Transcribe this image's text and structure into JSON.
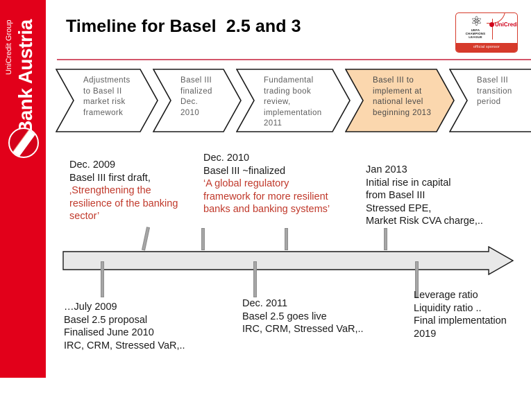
{
  "brand": {
    "name": "Bank Austria",
    "subtitle": "UniCredit Group",
    "bar_color": "#E2001A",
    "logo_icon": "bank-austria-roundel-icon"
  },
  "sponsor": {
    "competition": "UEFA CHAMPIONS LEAGUE",
    "competition_line1": "UEFA",
    "competition_line2": "CHAMPIONS",
    "competition_line3": "LEAGUE",
    "partner": "UniCredit",
    "caption": "official sponsor",
    "accent_color": "#D63A2B"
  },
  "header": {
    "title": "Timeline for Basel  2.5 and 3",
    "rule_color": "#D4566B"
  },
  "chevrons": {
    "highlight_color": "#FBD7AE",
    "outline_color": "#1a1a1a",
    "text_color": "#5e5e5e",
    "items": [
      {
        "id": "adjustments-basel-ii",
        "text": "Adjustments\nto Basel II\nmarket risk\nframework",
        "highlighted": false
      },
      {
        "id": "basel-iii-finalized",
        "text": "Basel III\nfinalized\nDec.\n2010",
        "highlighted": false
      },
      {
        "id": "fundamental-trading-book-review",
        "text": "Fundamental\ntrading book review,\nimplementation\n2011",
        "highlighted": false
      },
      {
        "id": "basel-iii-national-implementation",
        "text": "Basel III to\nimplement at\nnational level\nbeginning 2013",
        "highlighted": true
      },
      {
        "id": "basel-iii-transition-period",
        "text": "Basel III\ntransition\nperiod",
        "highlighted": false
      }
    ]
  },
  "timeline": {
    "fill_color": "#E8E8E8",
    "stroke_color": "#1a1a1a",
    "tick_color": "#a6a6a6"
  },
  "notes": {
    "above": [
      {
        "id": "note-dec-2009",
        "lines": [
          {
            "text": "Dec. 2009",
            "quote": false
          },
          {
            "text": "Basel III first draft,",
            "quote": false
          },
          {
            "text": "‚Strengthening the",
            "quote": true
          },
          {
            "text": " resilience of the banking",
            "quote": true
          },
          {
            "text": "sector’",
            "quote": true
          }
        ]
      },
      {
        "id": "note-dec-2010",
        "lines": [
          {
            "text": "Dec. 2010",
            "quote": false
          },
          {
            "text": "Basel III ~finalized",
            "quote": false
          },
          {
            "text": "‘A global regulatory",
            "quote": true
          },
          {
            "text": "framework for more resilient",
            "quote": true
          },
          {
            "text": "banks and banking systems’",
            "quote": true
          }
        ]
      },
      {
        "id": "note-jan-2013",
        "lines": [
          {
            "text": "Jan 2013",
            "quote": false
          },
          {
            "text": "Initial rise in capital",
            "quote": false
          },
          {
            "text": "from Basel III",
            "quote": false
          },
          {
            "text": "Stressed EPE,",
            "quote": false
          },
          {
            "text": "Market Risk CVA charge,..",
            "quote": false
          }
        ]
      }
    ],
    "below": [
      {
        "id": "note-july-2009",
        "lines": [
          {
            "text": "…July 2009",
            "quote": false
          },
          {
            "text": "Basel 2.5 proposal",
            "quote": false
          },
          {
            "text": "Finalised June 2010",
            "quote": false
          },
          {
            "text": "IRC, CRM, Stressed VaR,..",
            "quote": false
          }
        ]
      },
      {
        "id": "note-dec-2011",
        "lines": [
          {
            "text": "Dec. 2011",
            "quote": false
          },
          {
            "text": "Basel 2.5 goes live",
            "quote": false
          },
          {
            "text": "IRC, CRM, Stressed VaR,..",
            "quote": false
          }
        ]
      },
      {
        "id": "note-leverage-ratio",
        "lines": [
          {
            "text": "Leverage ratio",
            "quote": false
          },
          {
            "text": "Liquidity ratio ..",
            "quote": false
          },
          {
            "text": "Final implementation",
            "quote": false
          },
          {
            "text": "2019",
            "quote": false
          }
        ]
      }
    ]
  }
}
